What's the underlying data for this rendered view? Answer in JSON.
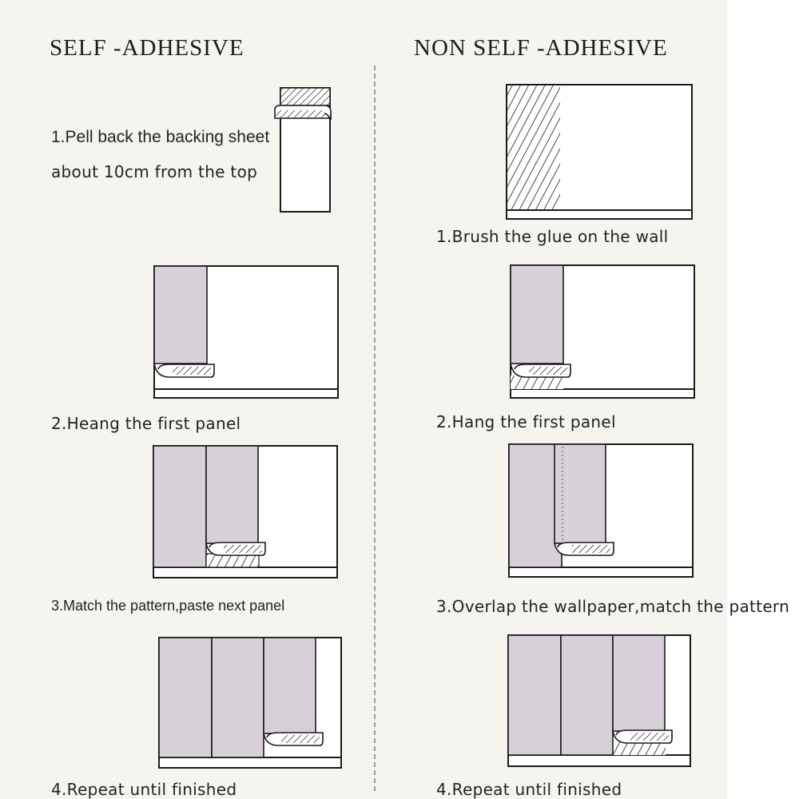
{
  "colors": {
    "background": "#f6f4ef",
    "panel": "#d8d0d8",
    "line": "#1a1a1a",
    "wall": "#ffffff",
    "divider": "#9a9a9a"
  },
  "left": {
    "heading": "SELF -ADHESIVE",
    "steps": [
      {
        "caption_line1": "1.Pell back the backing sheet",
        "caption_line2": "about 10cm from the top"
      },
      {
        "caption": "2.Heang the first panel"
      },
      {
        "caption": "3.Match the pattern,paste next panel"
      },
      {
        "caption": "4.Repeat until finished"
      }
    ]
  },
  "right": {
    "heading": "NON SELF -ADHESIVE",
    "steps": [
      {
        "caption": "1.Brush the glue on the wall"
      },
      {
        "caption": "2.Hang the first panel"
      },
      {
        "caption": "3.Overlap the wallpaper,match the pattern"
      },
      {
        "caption": "4.Repeat until finished"
      }
    ]
  }
}
